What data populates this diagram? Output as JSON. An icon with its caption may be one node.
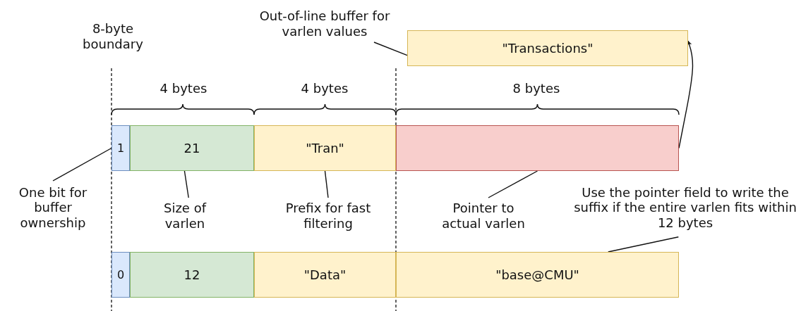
{
  "diagram": {
    "nodes": [
      {
        "text": [
          "Out-of-line buffer for varlen values"
        ]
      },
      {
        "text": [
          "\"Transactions\""
        ]
      },
      {
        "text": [
          "1"
        ]
      },
      {
        "text": [
          "21"
        ]
      },
      {
        "text": [
          "\"Tran\""
        ]
      },
      {
        "text": [],
        "shape": "box"
      },
      {
        "text": [
          "One bit for buffer ownership"
        ]
      },
      {
        "text": [
          "Size of varlen"
        ]
      },
      {
        "text": [
          "Prefix for fast filtering"
        ]
      },
      {
        "text": [
          "Pointer to actual varlen"
        ]
      },
      {
        "text": [
          "Use the pointer field to write the suffix if the entire varlen fits within 12 bytes"
        ]
      },
      {
        "text": [
          "0"
        ]
      },
      {
        "text": [
          "12"
        ]
      },
      {
        "text": [
          "\"Data\""
        ]
      },
      {
        "text": [
          "\"base@CMU\""
        ]
      }
    ],
    "edges": [
      {
        "from": 0,
        "to": 1,
        "arrow": "none"
      },
      {
        "from": 5,
        "to": 1,
        "arrow": "to"
      },
      {
        "from": 6,
        "to": 2,
        "arrow": "none"
      },
      {
        "from": 7,
        "to": 3,
        "arrow": "none"
      },
      {
        "from": 8,
        "to": 4,
        "arrow": "none"
      },
      {
        "from": 9,
        "to": 5,
        "arrow": "none"
      },
      {
        "from": 10,
        "to": 14,
        "arrow": "none"
      }
    ],
    "labels": [
      "8-byte boundary",
      "4 bytes",
      "4 bytes",
      "8 bytes"
    ]
  }
}
